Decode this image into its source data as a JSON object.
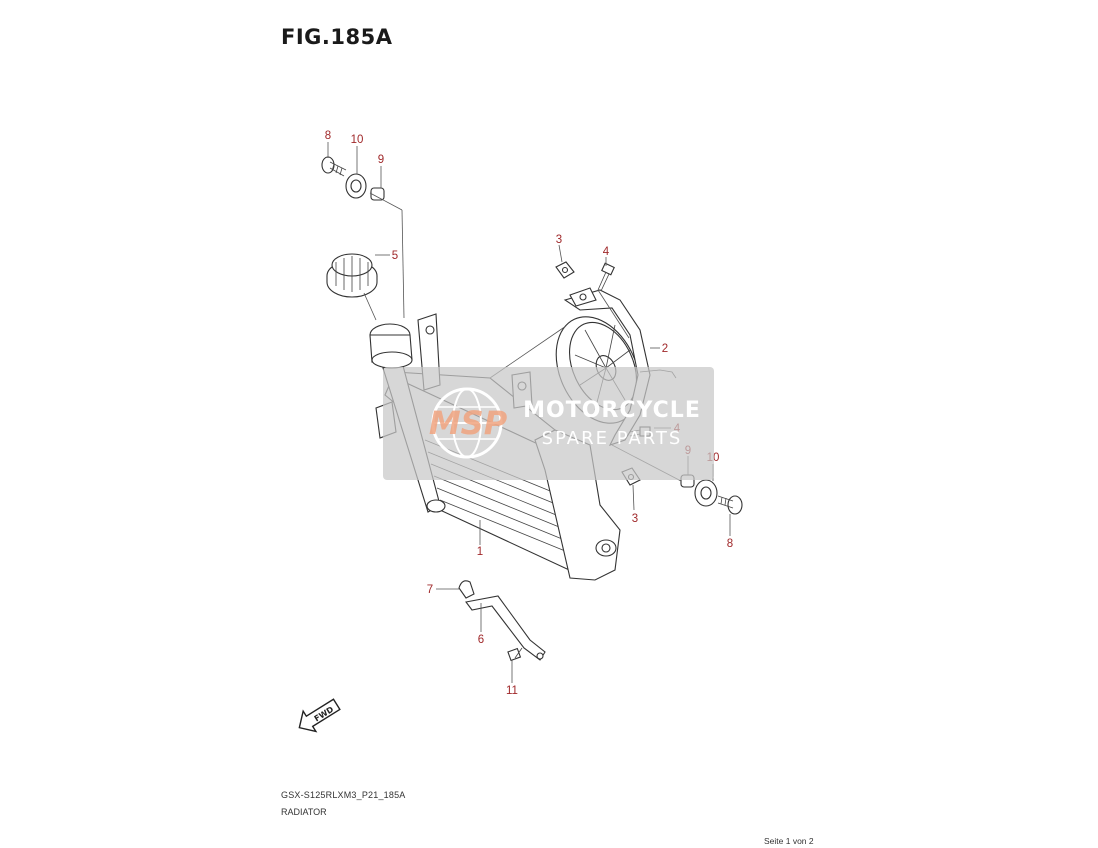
{
  "figure": {
    "title": "FIG.185A"
  },
  "callouts": {
    "c1": "1",
    "c2": "2",
    "c3a": "3",
    "c3b": "3",
    "c4a": "4",
    "c4b": "4",
    "c5": "5",
    "c6": "6",
    "c7": "7",
    "c8a": "8",
    "c8b": "8",
    "c9a": "9",
    "c9b": "9",
    "c10a": "10",
    "c10b": "10",
    "c11": "11"
  },
  "direction_label": "FWD",
  "watermark": {
    "mark": "MSP",
    "line1": "MOTORCYCLE",
    "line2": "SPARE PARTS"
  },
  "footer": {
    "model_code": "GSX-S125RLXM3_P21_185A",
    "group_name": "RADIATOR",
    "page_indicator": "Seite 1 von 2"
  },
  "colors": {
    "callout": "#a0282a",
    "watermark_bg": "#c8c8c8",
    "watermark_mark": "#f0a480"
  }
}
